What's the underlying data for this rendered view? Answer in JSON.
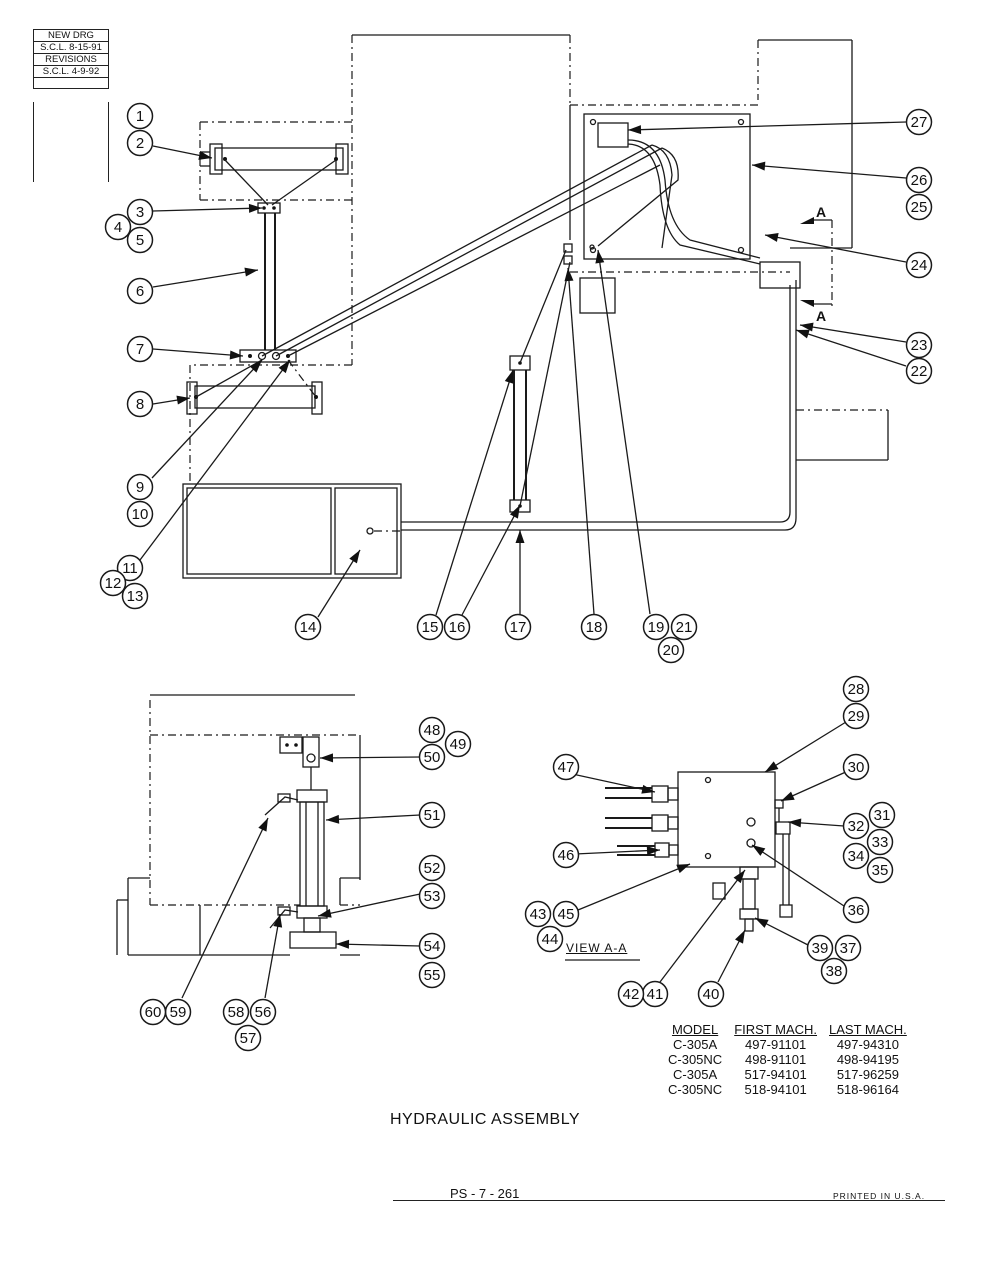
{
  "title_block": {
    "new_drg_label": "NEW DRG",
    "new_drg_date": "S.C.L. 8-15-91",
    "revisions_label": "REVISIONS",
    "revisions_date": "S.C.L. 4-9-92"
  },
  "callouts": [
    "1",
    "2",
    "3",
    "4",
    "5",
    "6",
    "7",
    "8",
    "9",
    "10",
    "11",
    "12",
    "13",
    "14",
    "15",
    "16",
    "17",
    "18",
    "19",
    "20",
    "21",
    "22",
    "23",
    "24",
    "25",
    "26",
    "27",
    "28",
    "29",
    "30",
    "31",
    "32",
    "33",
    "34",
    "35",
    "36",
    "37",
    "38",
    "39",
    "40",
    "41",
    "42",
    "43",
    "44",
    "45",
    "46",
    "47",
    "48",
    "49",
    "50",
    "51",
    "52",
    "53",
    "54",
    "55",
    "56",
    "57",
    "58",
    "59",
    "60"
  ],
  "section_marker": "A",
  "view_label": "VIEW A-A",
  "model_table": {
    "headers": [
      "MODEL",
      "FIRST MACH.",
      "LAST MACH."
    ],
    "rows": [
      [
        "C-305A",
        "497-91101",
        "497-94310"
      ],
      [
        "C-305NC",
        "498-91101",
        "498-94195"
      ],
      [
        "C-305A",
        "517-94101",
        "517-96259"
      ],
      [
        "C-305NC",
        "518-94101",
        "518-96164"
      ]
    ]
  },
  "drawing_title": "HYDRAULIC ASSEMBLY",
  "page_number": "PS - 7 - 261",
  "printed_note": "PRINTED IN U.S.A."
}
